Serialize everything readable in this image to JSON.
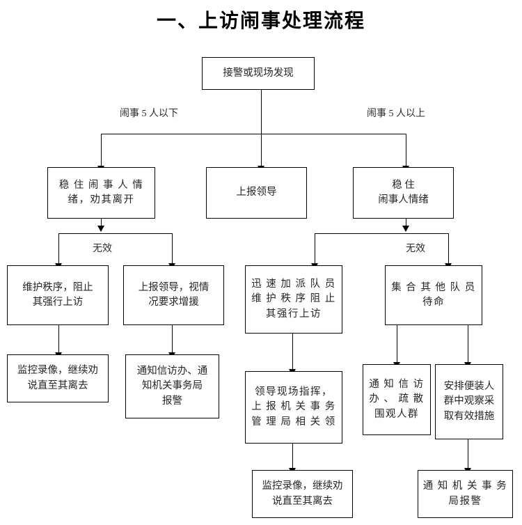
{
  "document": {
    "title": "一、上访闹事处理流程"
  },
  "flowchart": {
    "type": "flowchart",
    "orientation": "top-down",
    "nodes": [
      {
        "id": "start",
        "label": "接警或现场发现"
      },
      {
        "id": "left_calm",
        "label": "稳 住 闹 事 人 情\n绪，劝其离开"
      },
      {
        "id": "report_lead",
        "label": "上报领导"
      },
      {
        "id": "right_calm",
        "label": "稳 住\n闹事人情绪"
      },
      {
        "id": "l1",
        "label": "维护秩序，阻止\n其强行上访"
      },
      {
        "id": "l2",
        "label": "上报领导，视情\n况要求增援"
      },
      {
        "id": "m1",
        "label": "迅 速 加 派 队 员\n维 护 秩 序 阻 止\n其强行上访"
      },
      {
        "id": "r1",
        "label": "集 合 其 他 队 员\n待命"
      },
      {
        "id": "l1b",
        "label": "监控录像，继续劝\n说直至其离去"
      },
      {
        "id": "l2b",
        "label": "通知信访办、通\n知机关事务局\n报警"
      },
      {
        "id": "m1b",
        "label": "领导现场指挥，\n上 报 机 关 事 务\n管 理 局 相 关 领"
      },
      {
        "id": "r1b",
        "label": "通 知 信 访\n办 、 疏 散\n围观人群"
      },
      {
        "id": "r2b",
        "label": "安排便装人\n群中观察采\n取有效措施"
      },
      {
        "id": "m1c",
        "label": "监控录像，继续劝\n说直至其离去"
      },
      {
        "id": "r2c",
        "label": "通 知 机 关 事 务\n局报警"
      }
    ],
    "edge_labels": [
      {
        "id": "branch_left",
        "label": "闹事 5 人以下"
      },
      {
        "id": "branch_right",
        "label": "闹事 5 人以上"
      },
      {
        "id": "invalid_left",
        "label": "无效"
      },
      {
        "id": "invalid_right",
        "label": "无效"
      }
    ],
    "edges": [
      {
        "from": "start",
        "to": "left_calm"
      },
      {
        "from": "start",
        "to": "report_lead"
      },
      {
        "from": "start",
        "to": "right_calm"
      },
      {
        "from": "left_calm",
        "to": "l1"
      },
      {
        "from": "left_calm",
        "to": "l2"
      },
      {
        "from": "right_calm",
        "to": "m1"
      },
      {
        "from": "right_calm",
        "to": "r1"
      },
      {
        "from": "l1",
        "to": "l1b"
      },
      {
        "from": "l2",
        "to": "l2b"
      },
      {
        "from": "m1",
        "to": "m1b"
      },
      {
        "from": "r1",
        "to": "r1b"
      },
      {
        "from": "r1",
        "to": "r2b"
      },
      {
        "from": "m1b",
        "to": "m1c"
      },
      {
        "from": "r2b",
        "to": "r2c"
      }
    ],
    "style": {
      "line_color": "#000000",
      "box_border_color": "#000000",
      "box_fill": "#ffffff",
      "text_color": "#262626",
      "background": "#ffffff"
    }
  }
}
